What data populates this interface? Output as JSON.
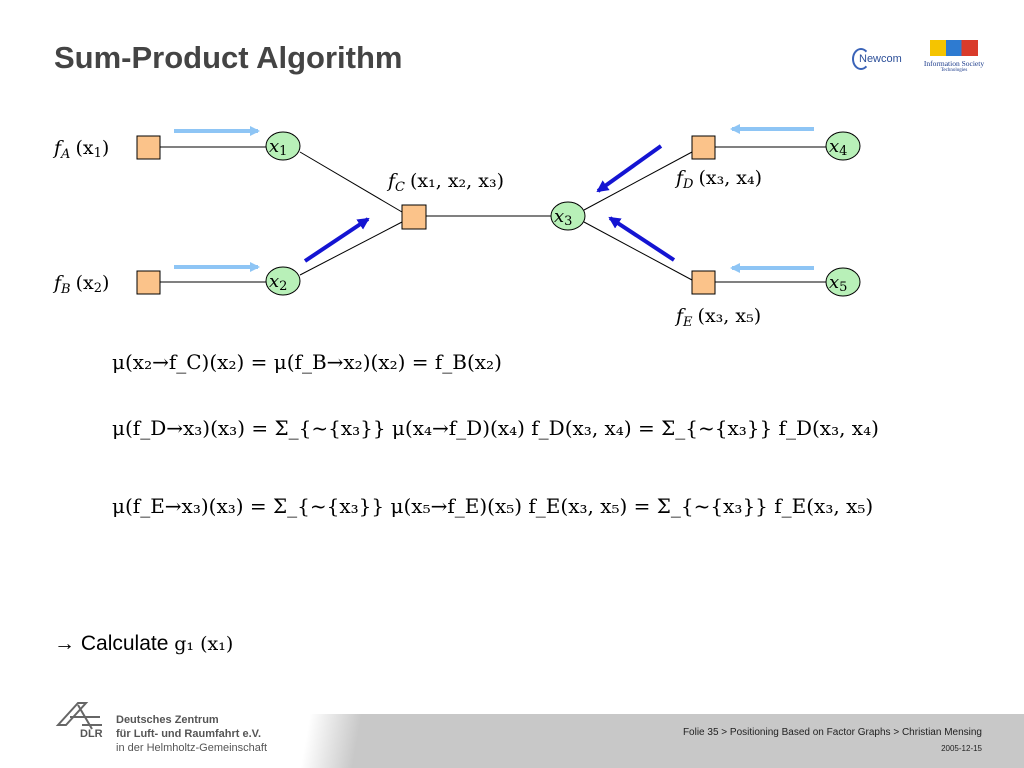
{
  "slide": {
    "title": "Sum-Product Algorithm"
  },
  "logos": {
    "newcom": "Newcom",
    "ist_name": "Information Society",
    "ist_sub": "Technologies"
  },
  "graph": {
    "variables": [
      {
        "id": "x1",
        "base": "x",
        "sub": "1"
      },
      {
        "id": "x2",
        "base": "x",
        "sub": "2"
      },
      {
        "id": "x3",
        "base": "x",
        "sub": "3"
      },
      {
        "id": "x4",
        "base": "x",
        "sub": "4"
      },
      {
        "id": "x5",
        "base": "x",
        "sub": "5"
      }
    ],
    "factor_labels": {
      "fA": {
        "f": "f",
        "sub": "A",
        "args": "(x",
        "args_sub": "1",
        "close": ")"
      },
      "fB": {
        "f": "f",
        "sub": "B",
        "args": "(x",
        "args_sub": "2",
        "close": ")"
      },
      "fC": {
        "f": "f",
        "sub": "C",
        "args": "(x₁, x₂, x₃)"
      },
      "fD": {
        "f": "f",
        "sub": "D",
        "args": "(x₃, x₄)"
      },
      "fE": {
        "f": "f",
        "sub": "E",
        "args": "(x₃, x₅)"
      }
    },
    "colors": {
      "factor_fill": "#fbc38a",
      "variable_fill": "#b8f0b8",
      "light_arrow": "#8ec5f5",
      "dark_arrow": "#1414d2"
    }
  },
  "equations": {
    "eq1": "μ(x₂→f_C)(x₂) = μ(f_B→x₂)(x₂) = f_B(x₂)",
    "eq2": "μ(f_D→x₃)(x₃) = Σ_{~{x₃}} μ(x₄→f_D)(x₄) f_D(x₃, x₄) = Σ_{~{x₃}} f_D(x₃, x₄)",
    "eq3": "μ(f_E→x₃)(x₃) = Σ_{~{x₃}} μ(x₅→f_E)(x₅) f_E(x₃, x₅) = Σ_{~{x₃}} f_E(x₃, x₅)",
    "sum_symbol": "∑",
    "sum_sub": "∼{x₃}"
  },
  "calculate": {
    "arrow": "→",
    "label": "Calculate",
    "expr": "g₁ (x₁)"
  },
  "footer": {
    "org_line1": "Deutsches Zentrum",
    "org_line2": "für Luft- und Raumfahrt e.V.",
    "org_line3": "in der Helmholtz-Gemeinschaft",
    "abbrev": "DLR",
    "info": "Folie 35 > Positioning Based on Factor Graphs > Christian Mensing",
    "date": "2005-12-15"
  }
}
